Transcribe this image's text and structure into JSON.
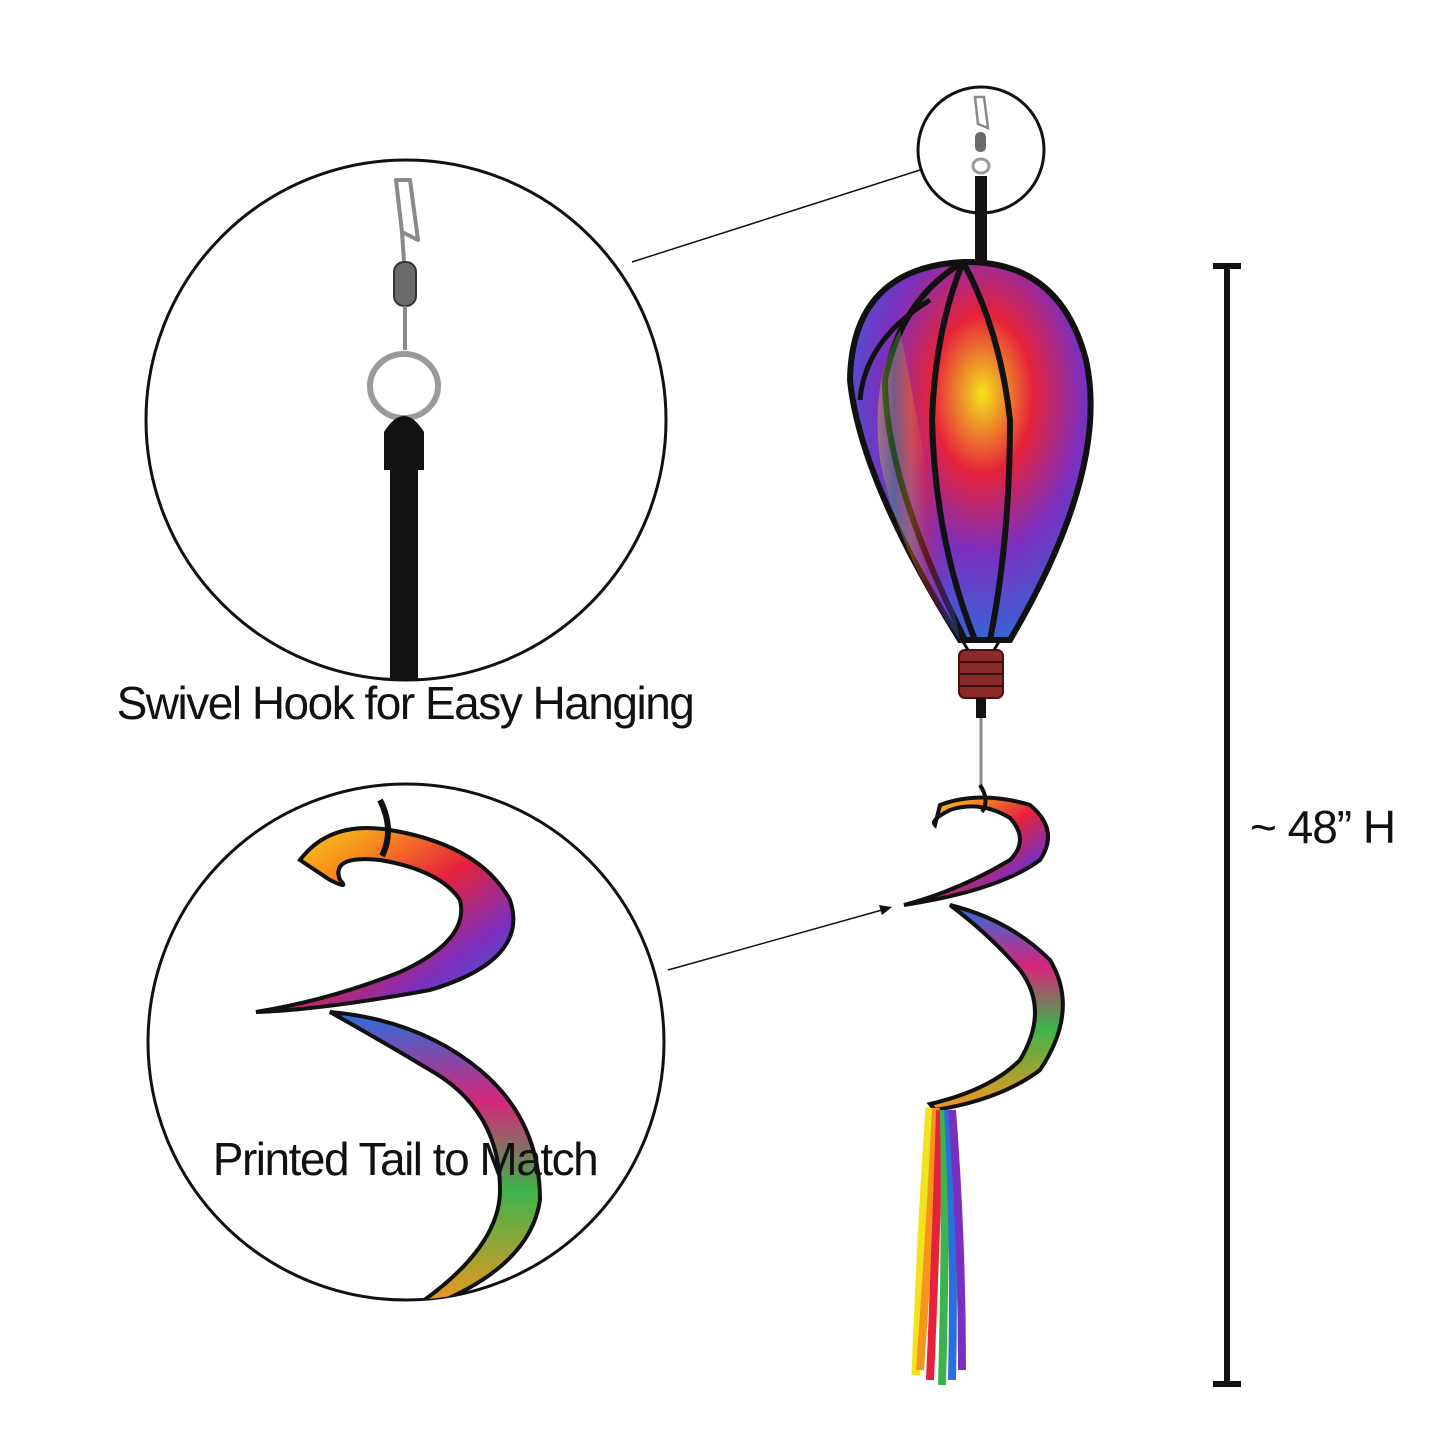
{
  "captions": {
    "hook": "Swivel Hook for Easy Hanging",
    "tail": "Printed Tail to Match"
  },
  "dimension": {
    "height_label": "~ 48” H"
  },
  "colors": {
    "outline": "#111111",
    "red": "#e6223b",
    "orange": "#f7941d",
    "yellow": "#f4e21c",
    "green": "#3cb44b",
    "blue": "#2a6fdb",
    "purple": "#7b2fbf",
    "magenta": "#d6267a"
  }
}
